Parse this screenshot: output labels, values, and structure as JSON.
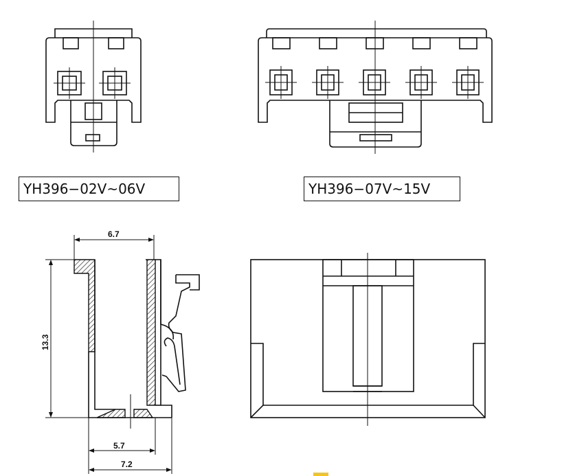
{
  "labels": {
    "small_series": "YH396−02V~06V",
    "large_series": "YH396−07V~15V"
  },
  "dimensions": {
    "top_width": "6.7",
    "height": "13.3",
    "inner_width": "5.7",
    "bottom_width": "7.2"
  },
  "colors": {
    "line": "#111111",
    "background": "#ffffff",
    "marker": "#f5c518"
  }
}
